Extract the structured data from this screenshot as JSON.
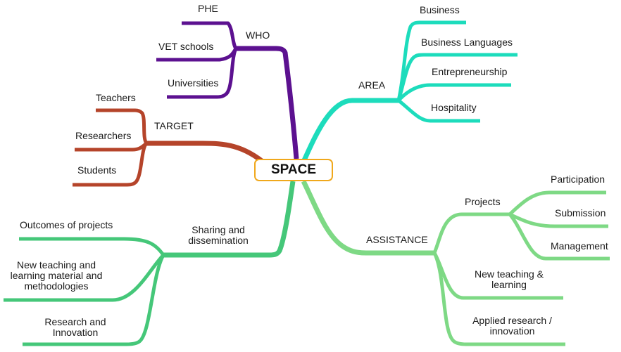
{
  "central": {
    "label": "SPACE",
    "border_color": "#f0a81c"
  },
  "branches": {
    "who": {
      "label": "WHO",
      "color": "#5c1190",
      "children": [
        {
          "label": "PHE"
        },
        {
          "label": "VET schools"
        },
        {
          "label": "Universities"
        }
      ]
    },
    "target": {
      "label": "TARGET",
      "color": "#b5442a",
      "children": [
        {
          "label": "Teachers"
        },
        {
          "label": "Researchers"
        },
        {
          "label": "Students"
        }
      ]
    },
    "sharing": {
      "label": "Sharing and dissemination",
      "color": "#45c779",
      "children": [
        {
          "label": "Outcomes of projects"
        },
        {
          "label": "New teaching and learning material and methodologies"
        },
        {
          "label": "Research and Innovation"
        }
      ]
    },
    "area": {
      "label": "AREA",
      "color": "#1ddcbc",
      "children": [
        {
          "label": "Business"
        },
        {
          "label": "Business Languages"
        },
        {
          "label": "Entrepreneurship"
        },
        {
          "label": "Hospitality"
        }
      ]
    },
    "assistance": {
      "label": "ASSISTANCE",
      "color": "#7ed985",
      "projects": {
        "label": "Projects",
        "children": [
          {
            "label": "Participation"
          },
          {
            "label": "Submission"
          },
          {
            "label": "Management"
          }
        ]
      },
      "children": [
        {
          "label": "New teaching & learning"
        },
        {
          "label": "Applied research / innovation"
        }
      ]
    }
  }
}
